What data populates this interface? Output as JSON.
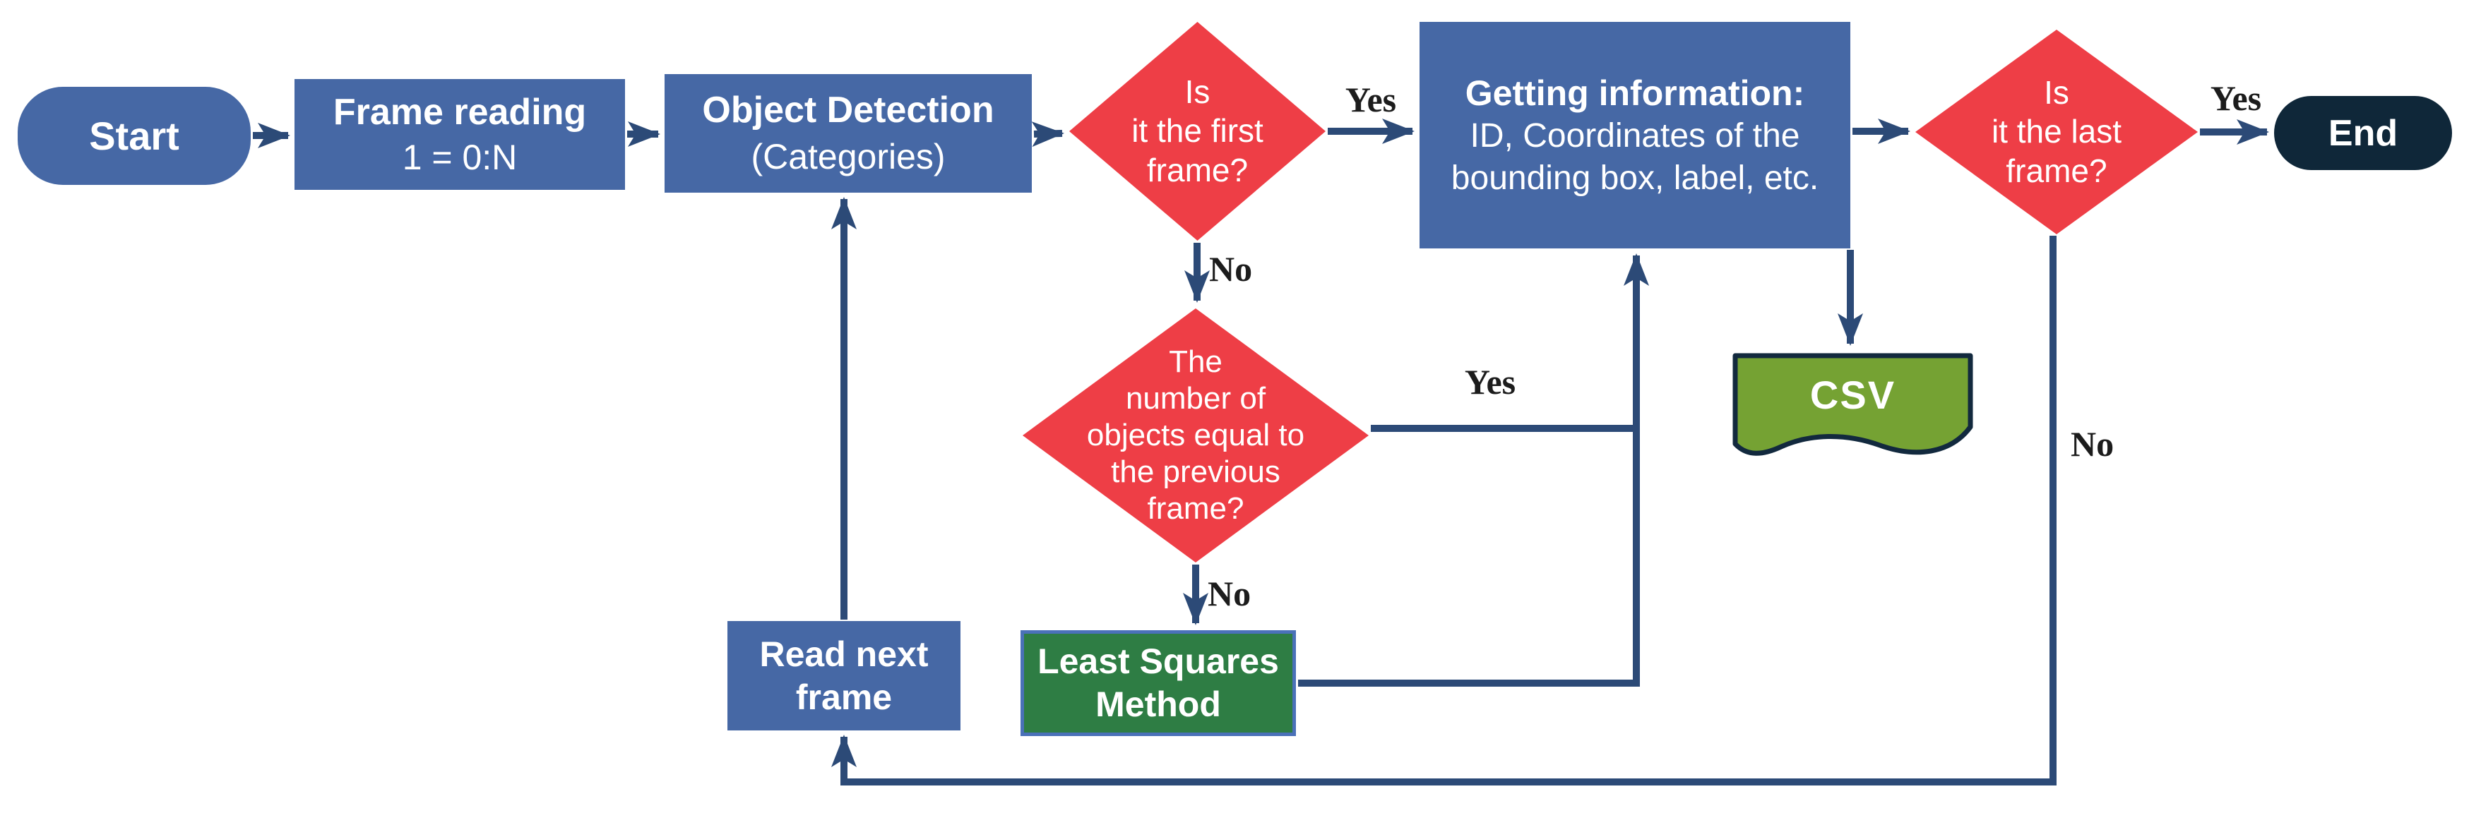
{
  "diagram_type": "flowchart",
  "colors": {
    "process_blue": "#4668A5",
    "decision_red": "#EE3E46",
    "least_squares_green": "#2E7D44",
    "least_squares_border": "#4A71B8",
    "csv_green": "#75A233",
    "csv_border": "#12293E",
    "end_terminator_dark": "#0F2739",
    "connector_navy": "#2C4A77",
    "edge_label_black": "#1C1C1C",
    "node_text_white": "#ffffff",
    "background": "#ffffff"
  },
  "nodes": {
    "start": {
      "label": "Start"
    },
    "frame_reading": {
      "title": "Frame reading",
      "subtitle": "1 = 0:N"
    },
    "object_detection": {
      "title": "Object Detection",
      "subtitle": "(Categories)"
    },
    "first_frame_decision": {
      "lines": [
        "Is",
        "it the first",
        "frame?"
      ]
    },
    "getting_information": {
      "title": "Getting information:",
      "body": "ID, Coordinates of the bounding box, label, etc."
    },
    "last_frame_decision": {
      "lines": [
        "Is",
        "it the last",
        "frame?"
      ]
    },
    "end": {
      "label": "End"
    },
    "object_count_decision": {
      "lines": [
        "The",
        "number of",
        "objects equal to",
        "the previous",
        "frame?"
      ]
    },
    "csv": {
      "label": "CSV"
    },
    "read_next_frame": {
      "lines": [
        "Read next",
        "frame"
      ]
    },
    "least_squares": {
      "lines": [
        "Least Squares",
        "Method"
      ]
    }
  },
  "edge_labels": {
    "first_frame_yes": "Yes",
    "first_frame_no": "No",
    "object_count_yes": "Yes",
    "object_count_no": "No",
    "last_frame_yes": "Yes",
    "last_frame_no": "No"
  }
}
